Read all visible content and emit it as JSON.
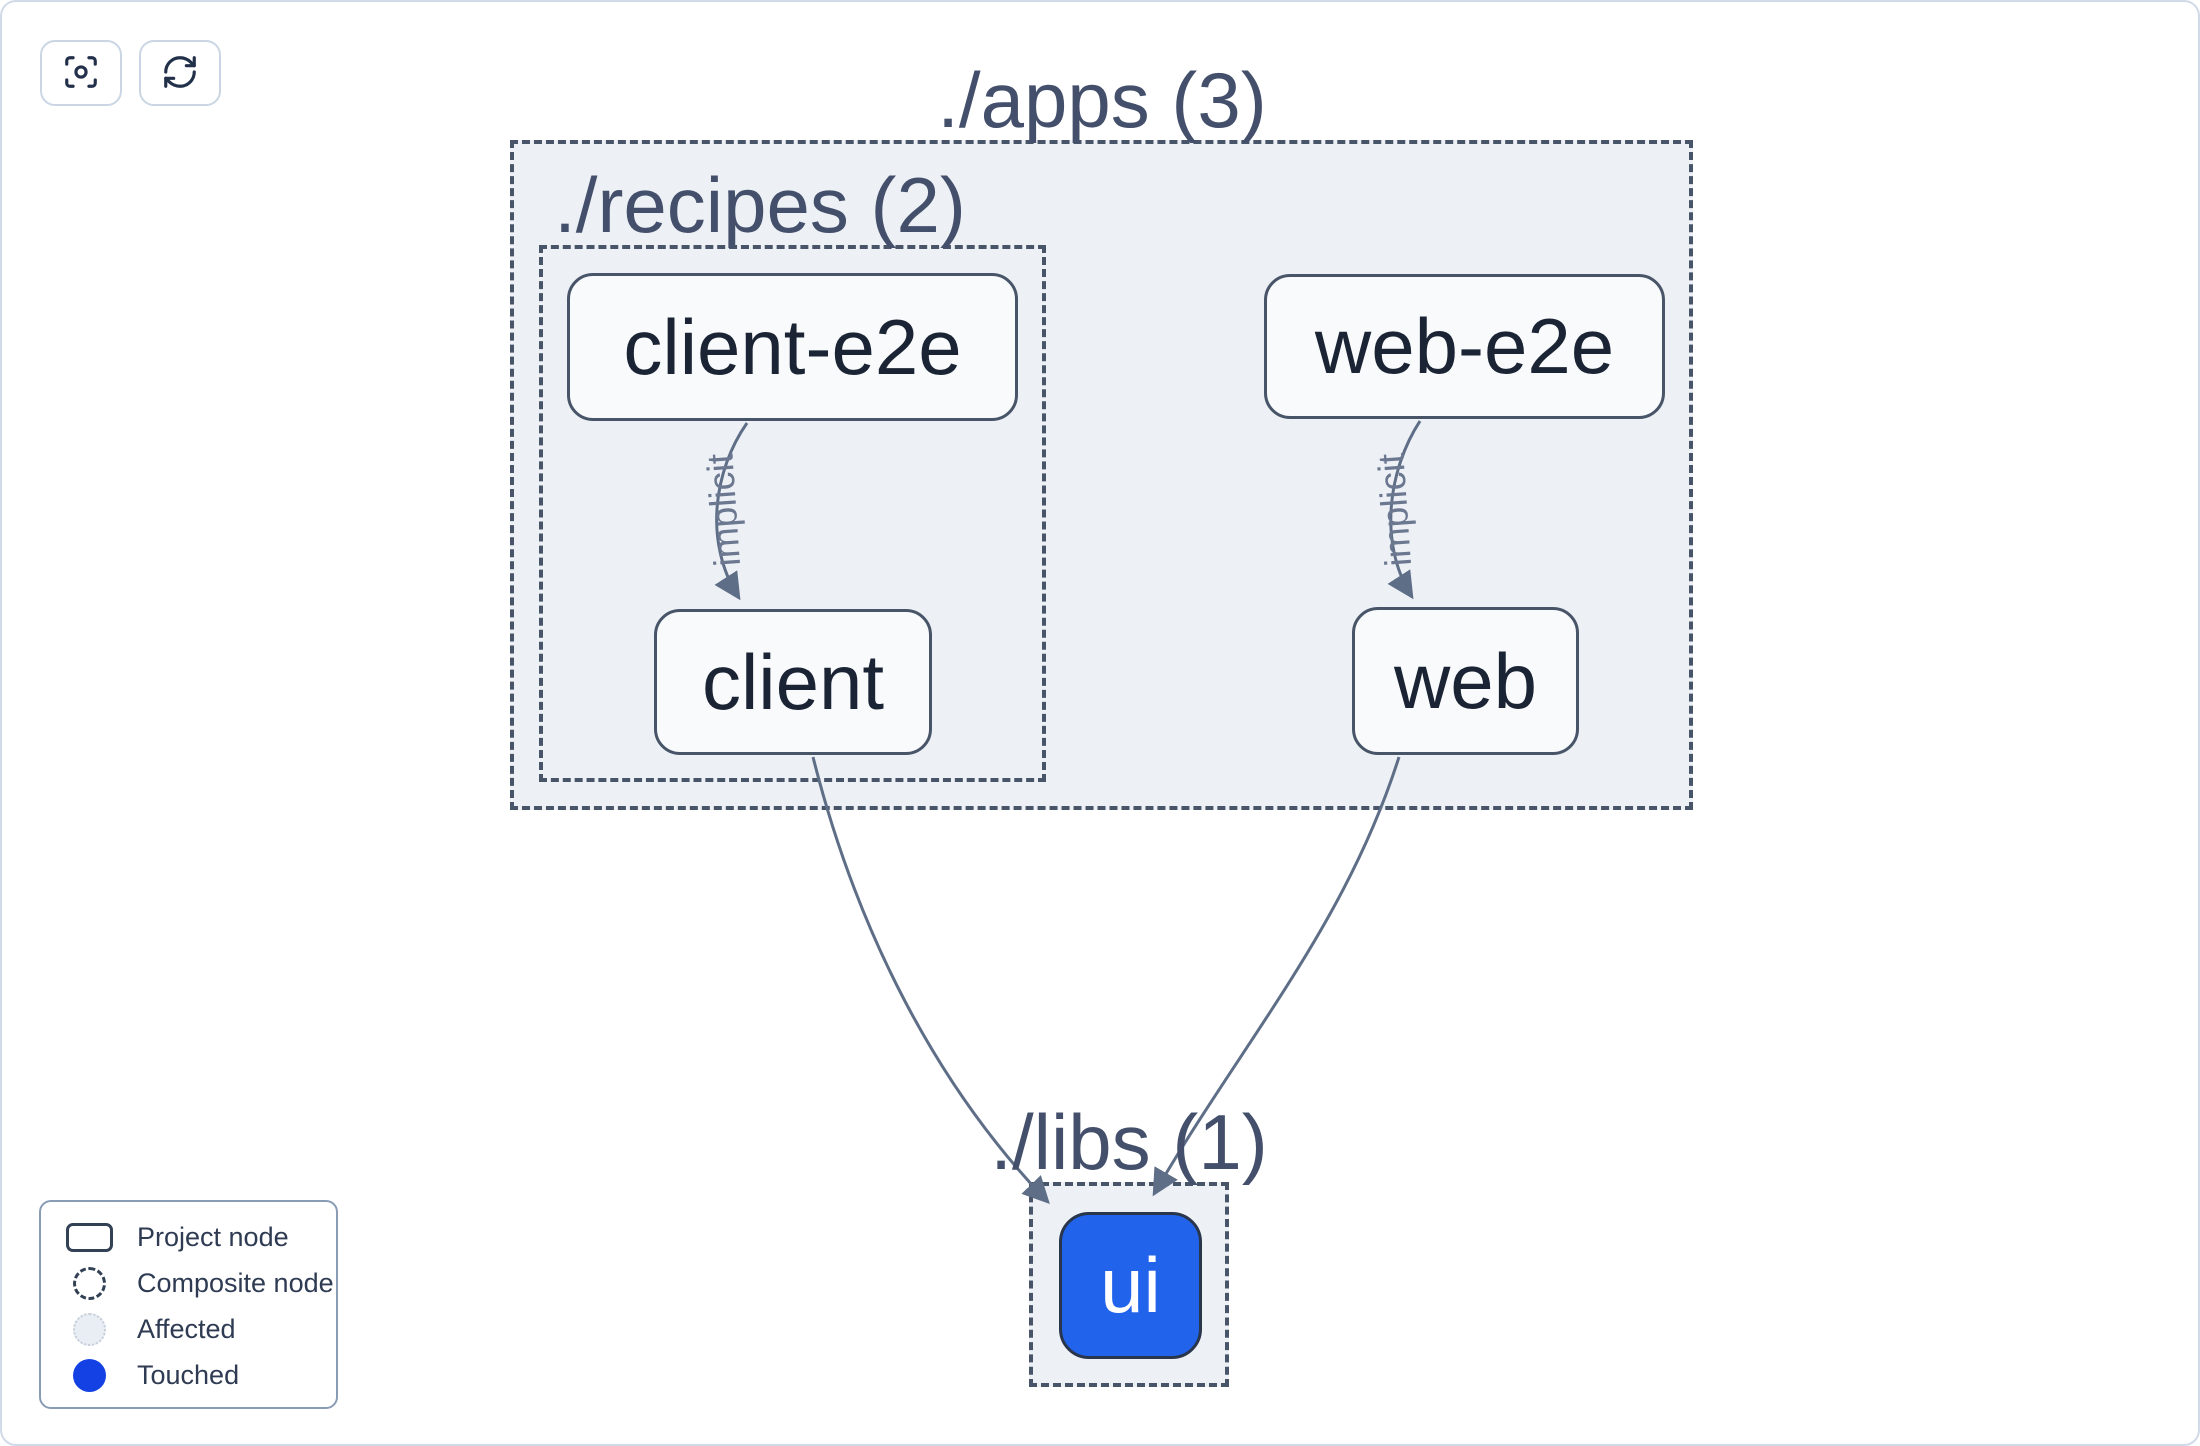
{
  "toolbar": {
    "buttons": [
      {
        "name": "focus",
        "icon": "focus-icon"
      },
      {
        "name": "refresh",
        "icon": "refresh-icon"
      }
    ]
  },
  "graph": {
    "groups": {
      "apps": "./apps (3)",
      "recipes": "./recipes (2)",
      "libs": "./libs (1)"
    },
    "nodes": {
      "client_e2e": "client-e2e",
      "web_e2e": "web-e2e",
      "client": "client",
      "web": "web",
      "ui": "ui"
    },
    "node_states": {
      "ui": "touched"
    },
    "edges": [
      {
        "source": "client-e2e",
        "target": "client",
        "label": "implicit"
      },
      {
        "source": "web-e2e",
        "target": "web",
        "label": "implicit"
      },
      {
        "source": "client",
        "target": "ui",
        "label": ""
      },
      {
        "source": "web",
        "target": "ui",
        "label": ""
      }
    ]
  },
  "legend": {
    "items": [
      {
        "swatch": "project-node-rect",
        "label": "Project node"
      },
      {
        "swatch": "composite-node-dashed-circle",
        "label": "Composite node"
      },
      {
        "swatch": "affected-circle",
        "label": "Affected"
      },
      {
        "swatch": "touched-circle",
        "label": "Touched"
      }
    ]
  },
  "colors": {
    "touched_blue": "#1341e4",
    "ui_node_fill": "#2263eb",
    "group_fill": "#edf1f6",
    "node_fill": "#f9fafc",
    "dark_border": "#485568",
    "edge_stroke": "#5f6e87"
  }
}
